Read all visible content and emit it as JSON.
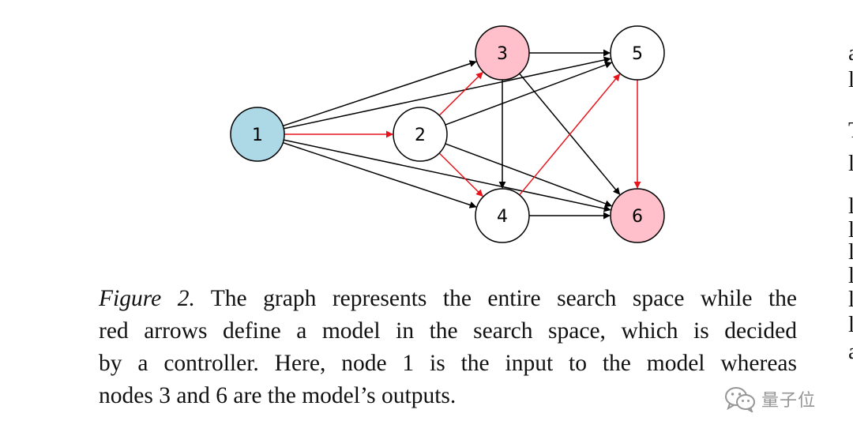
{
  "figure": {
    "nodes": [
      {
        "id": "1",
        "label": "1",
        "fill": "#add8e6"
      },
      {
        "id": "2",
        "label": "2",
        "fill": "#ffffff"
      },
      {
        "id": "3",
        "label": "3",
        "fill": "#ffc0cb"
      },
      {
        "id": "4",
        "label": "4",
        "fill": "#ffffff"
      },
      {
        "id": "5",
        "label": "5",
        "fill": "#ffffff"
      },
      {
        "id": "6",
        "label": "6",
        "fill": "#ffc0cb"
      }
    ],
    "edges": [
      {
        "from": "1",
        "to": "2",
        "color": "red"
      },
      {
        "from": "1",
        "to": "3",
        "color": "black"
      },
      {
        "from": "1",
        "to": "4",
        "color": "black"
      },
      {
        "from": "1",
        "to": "5",
        "color": "black"
      },
      {
        "from": "1",
        "to": "6",
        "color": "black"
      },
      {
        "from": "2",
        "to": "3",
        "color": "red"
      },
      {
        "from": "2",
        "to": "4",
        "color": "red"
      },
      {
        "from": "2",
        "to": "5",
        "color": "black"
      },
      {
        "from": "2",
        "to": "6",
        "color": "black"
      },
      {
        "from": "3",
        "to": "4",
        "color": "black"
      },
      {
        "from": "3",
        "to": "5",
        "color": "black"
      },
      {
        "from": "3",
        "to": "6",
        "color": "black"
      },
      {
        "from": "4",
        "to": "5",
        "color": "red"
      },
      {
        "from": "4",
        "to": "6",
        "color": "black"
      },
      {
        "from": "5",
        "to": "6",
        "color": "red"
      }
    ],
    "colors": {
      "red_edge": "#e8141b",
      "black_edge": "#000000",
      "input_node": "#add8e6",
      "output_node": "#ffc0cb"
    }
  },
  "caption": {
    "label": "Figure 2.",
    "lines": [
      " The graph represents the entire search space while the",
      "red arrows define a model in the search space, which is decided",
      "by a controller.  Here, node 1 is the input to the model whereas",
      "nodes 3 and 6 are the model’s outputs."
    ]
  },
  "watermark": {
    "text": "量子位",
    "icon": "wechat-icon"
  }
}
